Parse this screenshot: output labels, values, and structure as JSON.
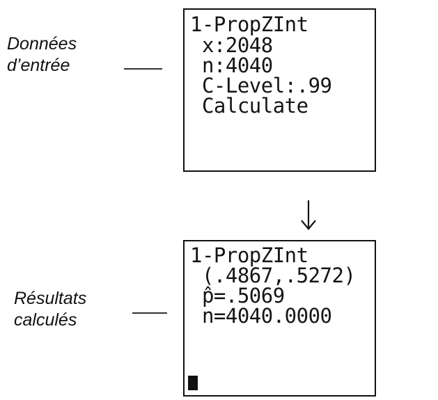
{
  "labels": {
    "input": {
      "line1": "Données",
      "line2": "d’entrée"
    },
    "output": {
      "line1": "Résultats",
      "line2": "calculés"
    }
  },
  "input_screen": {
    "lines": [
      "1-PropZInt",
      " x:2048",
      " n:4040",
      " C-Level:.99",
      " Calculate"
    ]
  },
  "output_screen": {
    "lines": [
      "1-PropZInt",
      " (.4867,.5272)",
      " p̂=.5069",
      " n=4040.0000"
    ]
  },
  "icons": {
    "flow_arrow": "down-arrow-icon",
    "cursor": "cursor-block"
  }
}
